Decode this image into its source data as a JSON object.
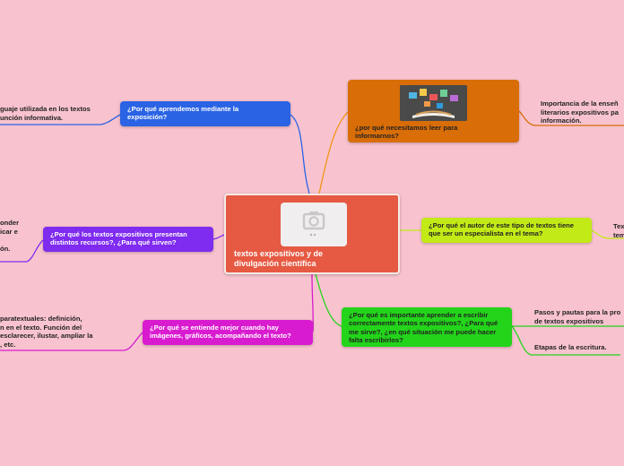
{
  "colors": {
    "background": "#f8c3cf",
    "center": "#e65942",
    "blue": "#2a63e4",
    "purple": "#7f2bf0",
    "magenta": "#d91bd0",
    "orange": "#d96d07",
    "yellow_green": "#c2ea16",
    "green": "#23d41a"
  },
  "center": {
    "title": "textos expositivos y de divulgación científica",
    "image": "camera-placeholder-icon"
  },
  "topics": {
    "aprendemos": {
      "label": "¿Por qué aprendemos mediante la exposición?"
    },
    "recursos": {
      "label": "¿Por qué los textos expositivos presentan distintos recursos?, ¿Para qué sirven?"
    },
    "imagenes": {
      "label": "¿Por qué se entiende mejor cuando hay imágenes, gráficos, acompañando el texto?"
    },
    "informarnos": {
      "label": "¿por qué necesitamos leer para informarnos?",
      "image": "books-illustration"
    },
    "especialista": {
      "label": "¿Por qué el autor de este tipo de textos tiene que ser un especialista en el tema?"
    },
    "escribir": {
      "label": "¿Por qué es importante aprender a escribir correctamente textos expositivos?, ¿Para qué me sirve?, ¿en qué situación me puede hacer falta escribirlos?"
    }
  },
  "leaves": {
    "lenguaje": {
      "line1": "guaje utilizada en los textos",
      "line2": "unción informativa."
    },
    "responder": {
      "line1": "onder",
      "line2": "icar e",
      "line3": "",
      "line4": "ón."
    },
    "paratextuales": {
      "line1": " paratextuales: definición,",
      "line2": "n en el texto. Función del",
      "line3": " esclarecer, ilustar, ampliar la",
      "line4": ", etc."
    },
    "importancia": {
      "line1": "Importancia de la enseñ",
      "line2": "literarios expositivos pa",
      "line3": "información."
    },
    "tex": {
      "line1": "Tex",
      "line2": "tem"
    },
    "pasos": {
      "line1": "Pasos y pautas para la pro",
      "line2": "de textos expositivos"
    },
    "etapas": {
      "line1": "Etapas de la escritura."
    }
  }
}
